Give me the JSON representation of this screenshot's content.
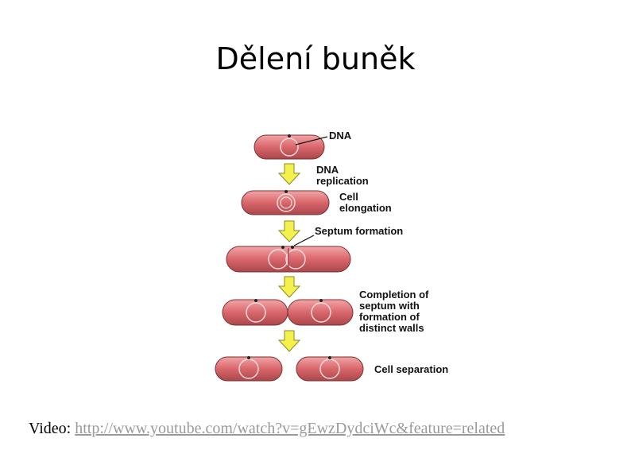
{
  "title": "Dělení buněk",
  "labels": {
    "dna": "DNA",
    "dna_replication": [
      "DNA",
      "replication"
    ],
    "cell_elongation": [
      "Cell",
      "elongation"
    ],
    "septum_formation": "Septum formation",
    "completion": [
      "Completion of",
      "septum with",
      "formation of",
      "distinct walls"
    ],
    "cell_separation": "Cell separation"
  },
  "footer": {
    "prefix": "Video: ",
    "link": "http://www.youtube.com/watch?v=gEwzDydciWc&feature=related"
  },
  "colors": {
    "cell_fill": "#d9666b",
    "cell_stroke": "#7a2f32",
    "arrow_fill": "#f4f04c",
    "link": "#9a9a9a"
  }
}
